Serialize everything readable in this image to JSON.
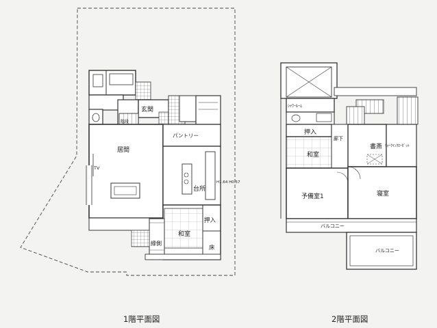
{
  "floor1": {
    "caption": "1階平面図",
    "rooms": {
      "genkan": "玄関",
      "pantry": "パントリー",
      "kyoma": "居間",
      "tv": "TV",
      "daidokoro": "台所",
      "oshiire": "押入",
      "washitsu": "和室",
      "engawa": "縁側",
      "toko": "床",
      "kaidan": "階段",
      "annotation": "H1.64 H0.57"
    }
  },
  "floor2": {
    "caption": "2階平面図",
    "rooms": {
      "shower": "ｼｬﾜｰﾙｰﾑ",
      "oshiire": "押入",
      "roka": "廊下",
      "shosai": "書斎",
      "washitsu": "和室",
      "walkin": "ｳｫｰｸｲﾝｸﾛｰｾﾞｯﾄ",
      "yobi": "予備室1",
      "shinshitsu": "寝室",
      "balcony1": "バルコニー",
      "balcony2": "バルコニー"
    }
  },
  "colors": {
    "line": "#333333",
    "background": "#f3f3f1",
    "paper": "#ffffff"
  }
}
